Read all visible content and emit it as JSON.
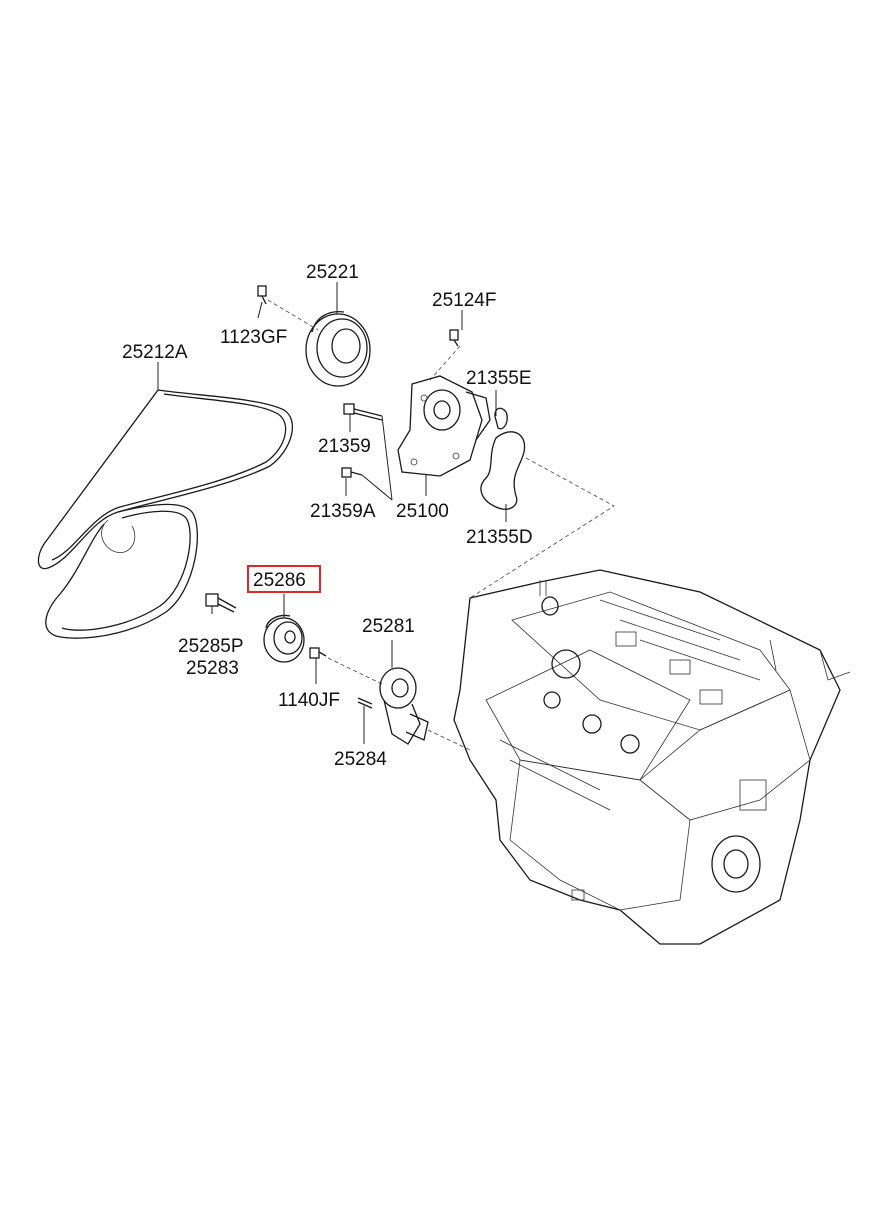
{
  "labels": {
    "p25221": "25221",
    "p1123GF": "1123GF",
    "p25124F": "25124F",
    "p25212A": "25212A",
    "p21355E": "21355E",
    "p21359": "21359",
    "p21359A": "21359A",
    "p25100": "25100",
    "p21355D": "21355D",
    "p25286": "25286",
    "p25281": "25281",
    "p25285P": "25285P",
    "p25283": "25283",
    "p1140JF": "1140JF",
    "p25284": "25284"
  },
  "highlight": {
    "part": "25286",
    "color": "#e0282a"
  }
}
